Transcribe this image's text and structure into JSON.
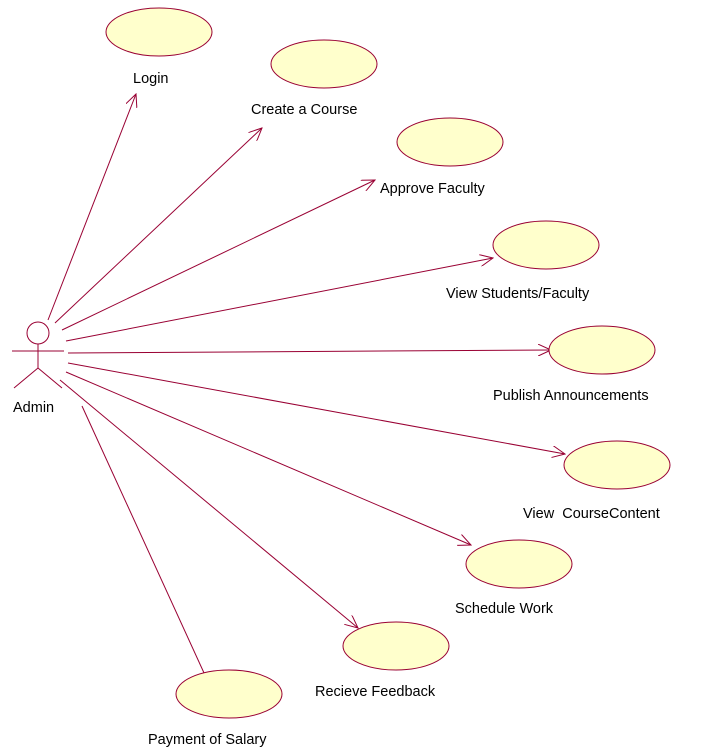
{
  "actor": {
    "label": "Admin"
  },
  "use_cases": [
    {
      "id": "login",
      "label": "Login"
    },
    {
      "id": "create-course",
      "label": "Create a Course"
    },
    {
      "id": "approve-faculty",
      "label": "Approve Faculty"
    },
    {
      "id": "view-students-faculty",
      "label": "View Students/Faculty"
    },
    {
      "id": "publish-announcements",
      "label": "Publish Announcements"
    },
    {
      "id": "view-course-content",
      "label": "View  CourseContent"
    },
    {
      "id": "schedule-work",
      "label": "Schedule Work"
    },
    {
      "id": "recieve-feedback",
      "label": "Recieve Feedback"
    },
    {
      "id": "payment-of-salary",
      "label": "Payment of Salary"
    }
  ],
  "colors": {
    "use_case_fill": "#ffffcc",
    "outline": "#990033",
    "text": "#000000"
  }
}
